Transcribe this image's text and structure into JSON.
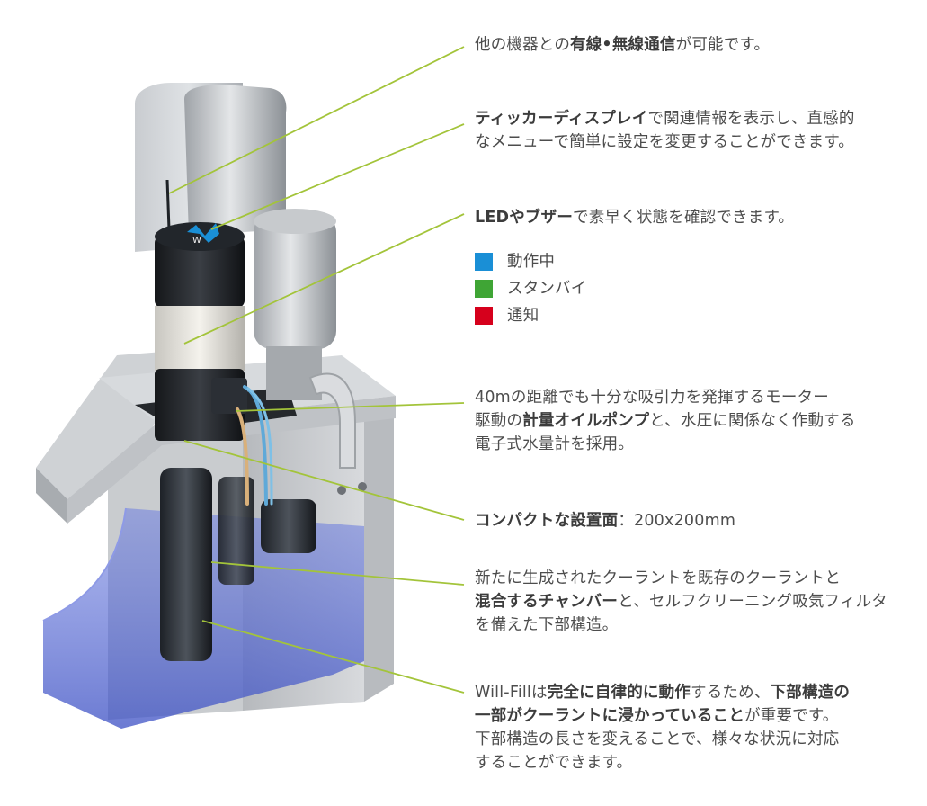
{
  "callouts": {
    "communication": {
      "t1": "他の機器との",
      "b1": "有線•無線通信",
      "t2": "が可能です。"
    },
    "display": {
      "b1": "ティッカーディスプレイ",
      "t1": "で関連情報を表示し、直感的",
      "t2": "なメニューで簡単に設定を変更することができます。"
    },
    "led": {
      "b1": "LEDやブザー",
      "t1": "で素早く状態を確認できます。"
    },
    "pump": {
      "t1": "40mの距離でも十分な吸引力を発揮するモーター",
      "t2": "駆動の",
      "b1": "計量オイルポンプ",
      "t3": "と、水圧に関係なく作動する",
      "t4": "電子式水量計を採用。"
    },
    "footprint": {
      "b1": "コンパクトな設置面",
      "t1": "：200x200mm"
    },
    "chamber": {
      "t1": "新たに生成されたクーラントを既存のクーラントと",
      "b1": "混合するチャンバー",
      "t2": "と、セルフクリーニング吸気フィルタ",
      "t3": "を備えた下部構造。"
    },
    "autonomous": {
      "t1": "Will-Fillは",
      "b1": "完全に自律的に動作",
      "t2": "するため、",
      "b2": "下部構造の",
      "b3": "一部がクーラントに浸かっていること",
      "t3": "が重要です。",
      "t4": "下部構造の長さを変えることで、様々な状況に対応",
      "t5": "することができます。"
    }
  },
  "legend": [
    {
      "label": "動作中",
      "color": "#1a8fd6"
    },
    {
      "label": "スタンバイ",
      "color": "#3fa535"
    },
    {
      "label": "通知",
      "color": "#d6001c"
    }
  ],
  "illustration": {
    "logo_text": "W",
    "leader_color": "#a3c43a",
    "coolant_color": "#5b6fd6"
  }
}
